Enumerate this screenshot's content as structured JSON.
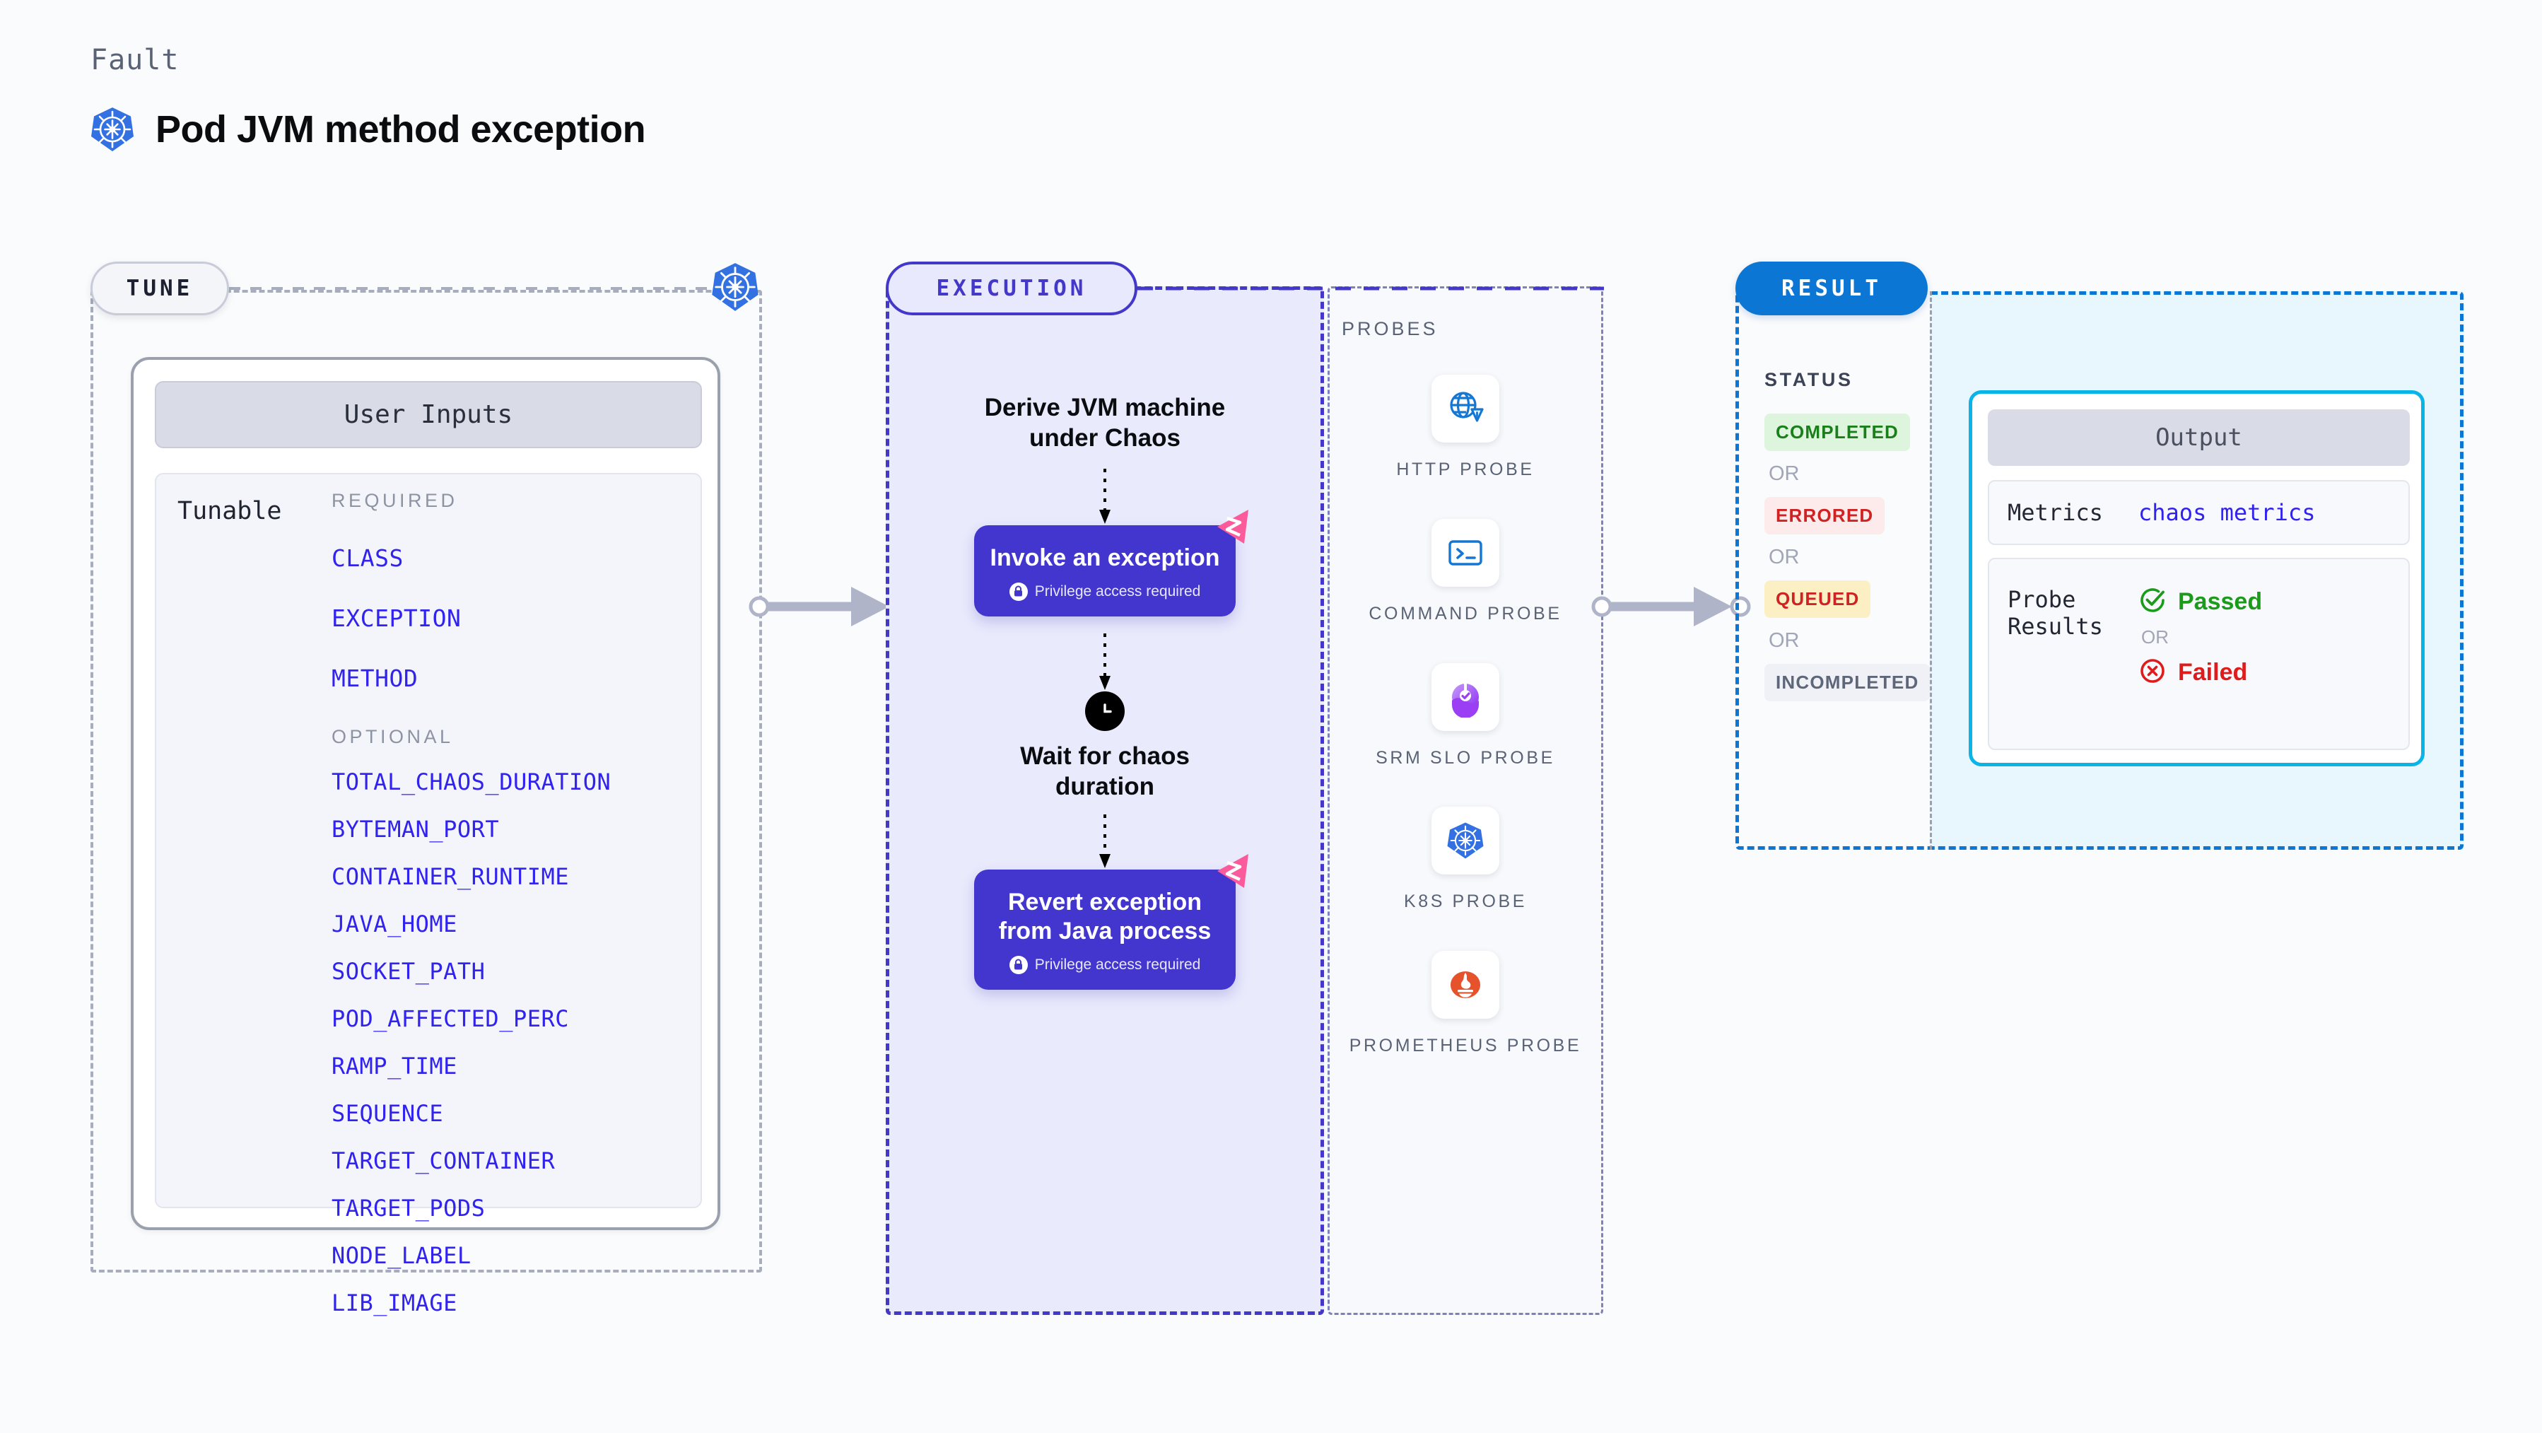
{
  "header": {
    "eyebrow": "Fault",
    "title": "Pod JVM method exception",
    "icon": "kubernetes-icon"
  },
  "tune": {
    "pill_label": "TUNE",
    "platform_icon": "kubernetes-icon",
    "card_header": "User Inputs",
    "tunable_label": "Tunable",
    "required_head": "REQUIRED",
    "required": [
      "CLASS",
      "EXCEPTION",
      "METHOD"
    ],
    "optional_head": "OPTIONAL",
    "optional": [
      "TOTAL_CHAOS_DURATION",
      "BYTEMAN_PORT",
      "CONTAINER_RUNTIME",
      "JAVA_HOME",
      "SOCKET_PATH",
      "POD_AFFECTED_PERC",
      "RAMP_TIME",
      "SEQUENCE",
      "TARGET_CONTAINER",
      "TARGET_PODS",
      "NODE_LABEL",
      "LIB_IMAGE"
    ]
  },
  "execution": {
    "pill_label": "EXECUTION",
    "step1_text": "Derive JVM machine\nunder Chaos",
    "action1": {
      "title": "Invoke an exception",
      "note": "Privilege access required",
      "note_icon": "lock-icon",
      "corner_icon": "litmus-chaos-icon"
    },
    "wait_text": "Wait for chaos\nduration",
    "wait_icon": "clock-icon",
    "action2": {
      "title": "Revert exception\nfrom Java process",
      "note": "Privilege access required",
      "note_icon": "lock-icon",
      "corner_icon": "litmus-chaos-icon"
    }
  },
  "probes": {
    "section_label": "PROBES",
    "items": [
      {
        "name": "HTTP PROBE",
        "icon": "globe-warning-icon"
      },
      {
        "name": "COMMAND PROBE",
        "icon": "terminal-icon"
      },
      {
        "name": "SRM SLO PROBE",
        "icon": "srm-slo-icon"
      },
      {
        "name": "K8S PROBE",
        "icon": "kubernetes-icon"
      },
      {
        "name": "PROMETHEUS PROBE",
        "icon": "prometheus-icon"
      }
    ]
  },
  "result": {
    "pill_label": "RESULT",
    "status_label": "STATUS",
    "or_label": "OR",
    "statuses": [
      {
        "label": "COMPLETED",
        "color": "#1a7f1a",
        "bg": "#dcf5dc"
      },
      {
        "label": "ERRORED",
        "color": "#cf2222",
        "bg": "#fdeaea"
      },
      {
        "label": "QUEUED",
        "color": "#cf2222",
        "bg": "#fdefc4"
      },
      {
        "label": "INCOMPLETED",
        "color": "#5e6679",
        "bg": "#f0f1f6"
      }
    ],
    "output": {
      "header": "Output",
      "metrics_key": "Metrics",
      "metrics_value": "chaos metrics",
      "probe_results_key": "Probe\nResults",
      "passed_label": "Passed",
      "passed_icon": "check-circle-icon",
      "failed_label": "Failed",
      "failed_icon": "x-circle-icon",
      "or_label": "OR"
    }
  },
  "colors": {
    "page_bg": "#fafbfd",
    "k8s_blue": "#3371e3",
    "exec_purple": "#4338ca",
    "action_purple": "#4336cf",
    "result_blue": "#0b76d4",
    "output_cyan": "#0bb4e6",
    "link_blue": "#3022ef",
    "chaos_pink": "#fb5b9b"
  }
}
